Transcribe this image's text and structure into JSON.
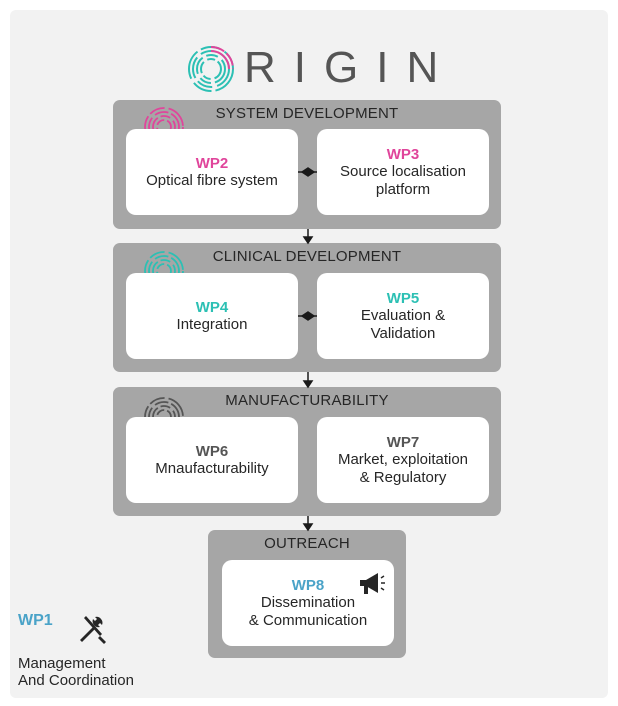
{
  "logo": {
    "text": "RIGIN"
  },
  "colors": {
    "pink": "#e0459b",
    "teal": "#2cc0b4",
    "dark": "#555555",
    "blue": "#4aa3c8",
    "stage_bg": "#a6a6a6"
  },
  "stages": [
    {
      "title": "SYSTEM DEVELOPMENT",
      "ring_color": "pink",
      "packages": [
        {
          "id": "WP2",
          "title": "Optical fibre system"
        },
        {
          "id": "WP3",
          "title": "Source  localisation\nplatform"
        }
      ]
    },
    {
      "title": "CLINICAL DEVELOPMENT",
      "ring_color": "teal",
      "packages": [
        {
          "id": "WP4",
          "title": "Integration"
        },
        {
          "id": "WP5",
          "title": "Evaluation &\nValidation"
        }
      ]
    },
    {
      "title": "MANUFACTURABILITY",
      "ring_color": "dark",
      "packages": [
        {
          "id": "WP6",
          "title": "Mnaufacturability"
        },
        {
          "id": "WP7",
          "title": "Market,  exploitation\n& Regulatory"
        }
      ]
    },
    {
      "title": "OUTREACH",
      "packages": [
        {
          "id": "WP8",
          "title": "Dissemination\n& Communication"
        }
      ]
    }
  ],
  "management": {
    "id": "WP1",
    "title": "Management\nAnd Coordination",
    "icon": "tools-icon"
  },
  "outreach_icon": "megaphone-icon"
}
